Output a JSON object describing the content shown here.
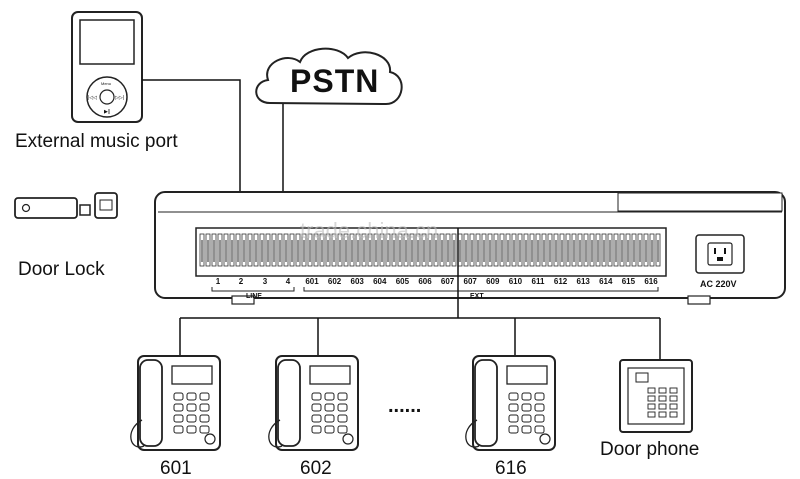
{
  "labels": {
    "music_port": "External music port",
    "pstn": "PSTN",
    "door_lock": "Door Lock",
    "door_phone": "Door phone",
    "line_group": "LINE",
    "ext_group": "EXT",
    "power": "AC 220V",
    "ellipsis": "......",
    "watermark": "trade.china.cn"
  },
  "player": {
    "menu": "Menu"
  },
  "line_ports": [
    "1",
    "2",
    "3",
    "4"
  ],
  "ext_ports": [
    "601",
    "602",
    "603",
    "604",
    "605",
    "606",
    "607",
    "607",
    "609",
    "610",
    "611",
    "612",
    "613",
    "614",
    "615",
    "616"
  ],
  "phones": [
    "601",
    "602",
    "616"
  ]
}
